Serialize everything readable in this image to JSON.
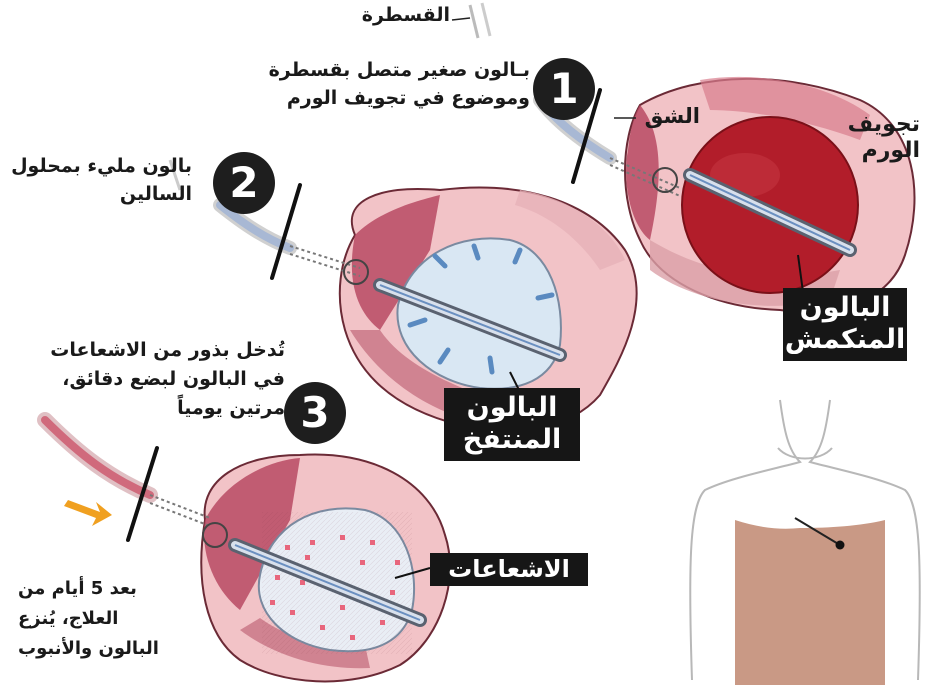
{
  "labels": {
    "catheter": "القسطرة",
    "step1_text": [
      "بـالون صغير متصل بقسطرة",
      "وموضوع في تجويف الورم"
    ],
    "incision": "الشق",
    "tumor_cavity": [
      "تجويف",
      "الورم"
    ],
    "step2_text": [
      "بالون مليء بمحلول",
      "السالين"
    ],
    "deflated_balloon": [
      "البالون",
      "المنكمش"
    ],
    "inflated_balloon": [
      "البالون",
      "المنتفخ"
    ],
    "step3_text": [
      "تُدخل بذور من الاشعاعات",
      "في البالون لبضع دقائق،",
      "مرتين يومياً"
    ],
    "radiation": "الاشعاعات",
    "after_text": [
      "بعد 5 أيام من",
      "العلاج، يُنزع",
      "البالون والأنبوب"
    ]
  },
  "steps": [
    "1",
    "2",
    "3"
  ],
  "colors": {
    "tissue_dark": "#b84a63",
    "tissue_light": "#f2c3c7",
    "balloon_deflated": "#b21d2a",
    "balloon_inflated": "#d9e7f3",
    "tube": "#a8b8d4",
    "arrow_inflate": "#5a8ac0",
    "radiation_seed": "#e8667c",
    "remove_arrow": "#f0a020",
    "body_skin": "#c99985"
  }
}
